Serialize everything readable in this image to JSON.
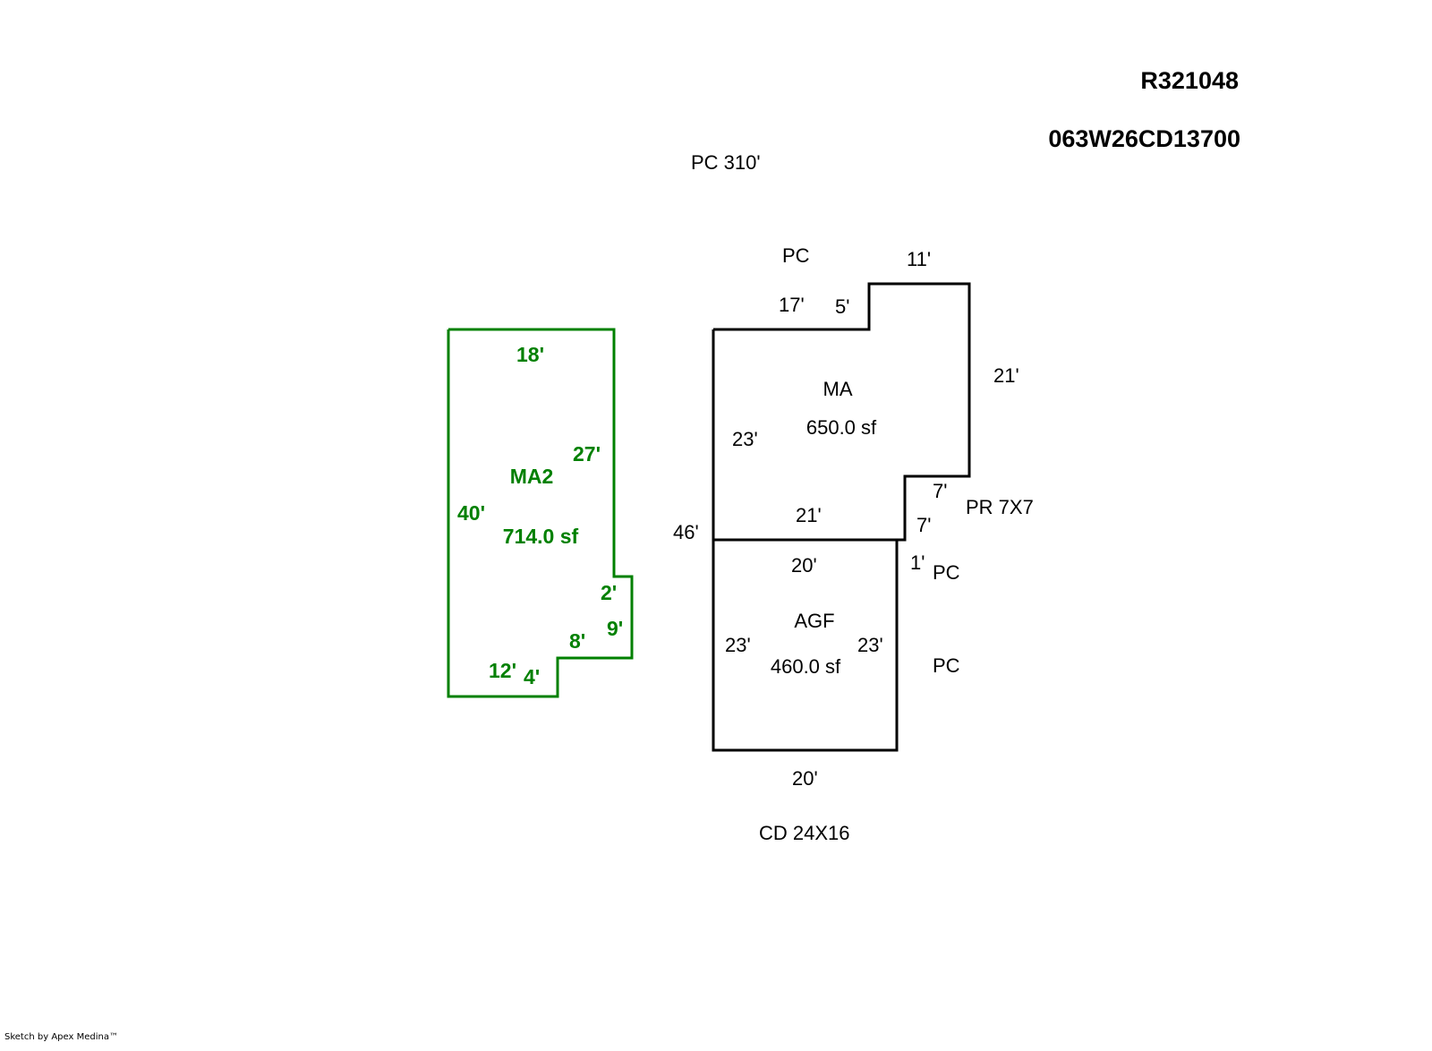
{
  "header": {
    "account_id": "R321048",
    "map_tax_lot": "063W26CD13700"
  },
  "colors": {
    "main_outline": "#000000",
    "addition_outline": "#008000"
  },
  "annotations": {
    "pc_top": "PC  310'",
    "pc_main": "PC",
    "pr": "PR  7X7",
    "pc_right_1": "PC",
    "pc_right_2": "PC",
    "cd": "CD  24X16"
  },
  "areas": {
    "ma": {
      "code": "MA",
      "area": "650.0 sf",
      "dims": {
        "top_left": "17'",
        "step_up": "5'",
        "top_right": "11'",
        "right": "21'",
        "step_in_1": "7'",
        "step_in_2": "7'",
        "bottom": "21'",
        "left": "23'",
        "overall_left": "46'"
      }
    },
    "agf": {
      "code": "AGF",
      "area": "460.0 sf",
      "dims": {
        "top": "20'",
        "left": "23'",
        "right": "23'",
        "bottom": "20'",
        "offset": "1'"
      }
    },
    "ma2": {
      "code": "MA2",
      "area": "714.0 sf",
      "dims": {
        "top": "18'",
        "right_upper": "27'",
        "left": "40'",
        "notch_out": "2'",
        "notch_down": "9'",
        "notch_in": "8'",
        "bottom_step": "4'",
        "bottom": "12'"
      }
    }
  },
  "footer": {
    "credit": "Sketch by Apex Medina™"
  }
}
